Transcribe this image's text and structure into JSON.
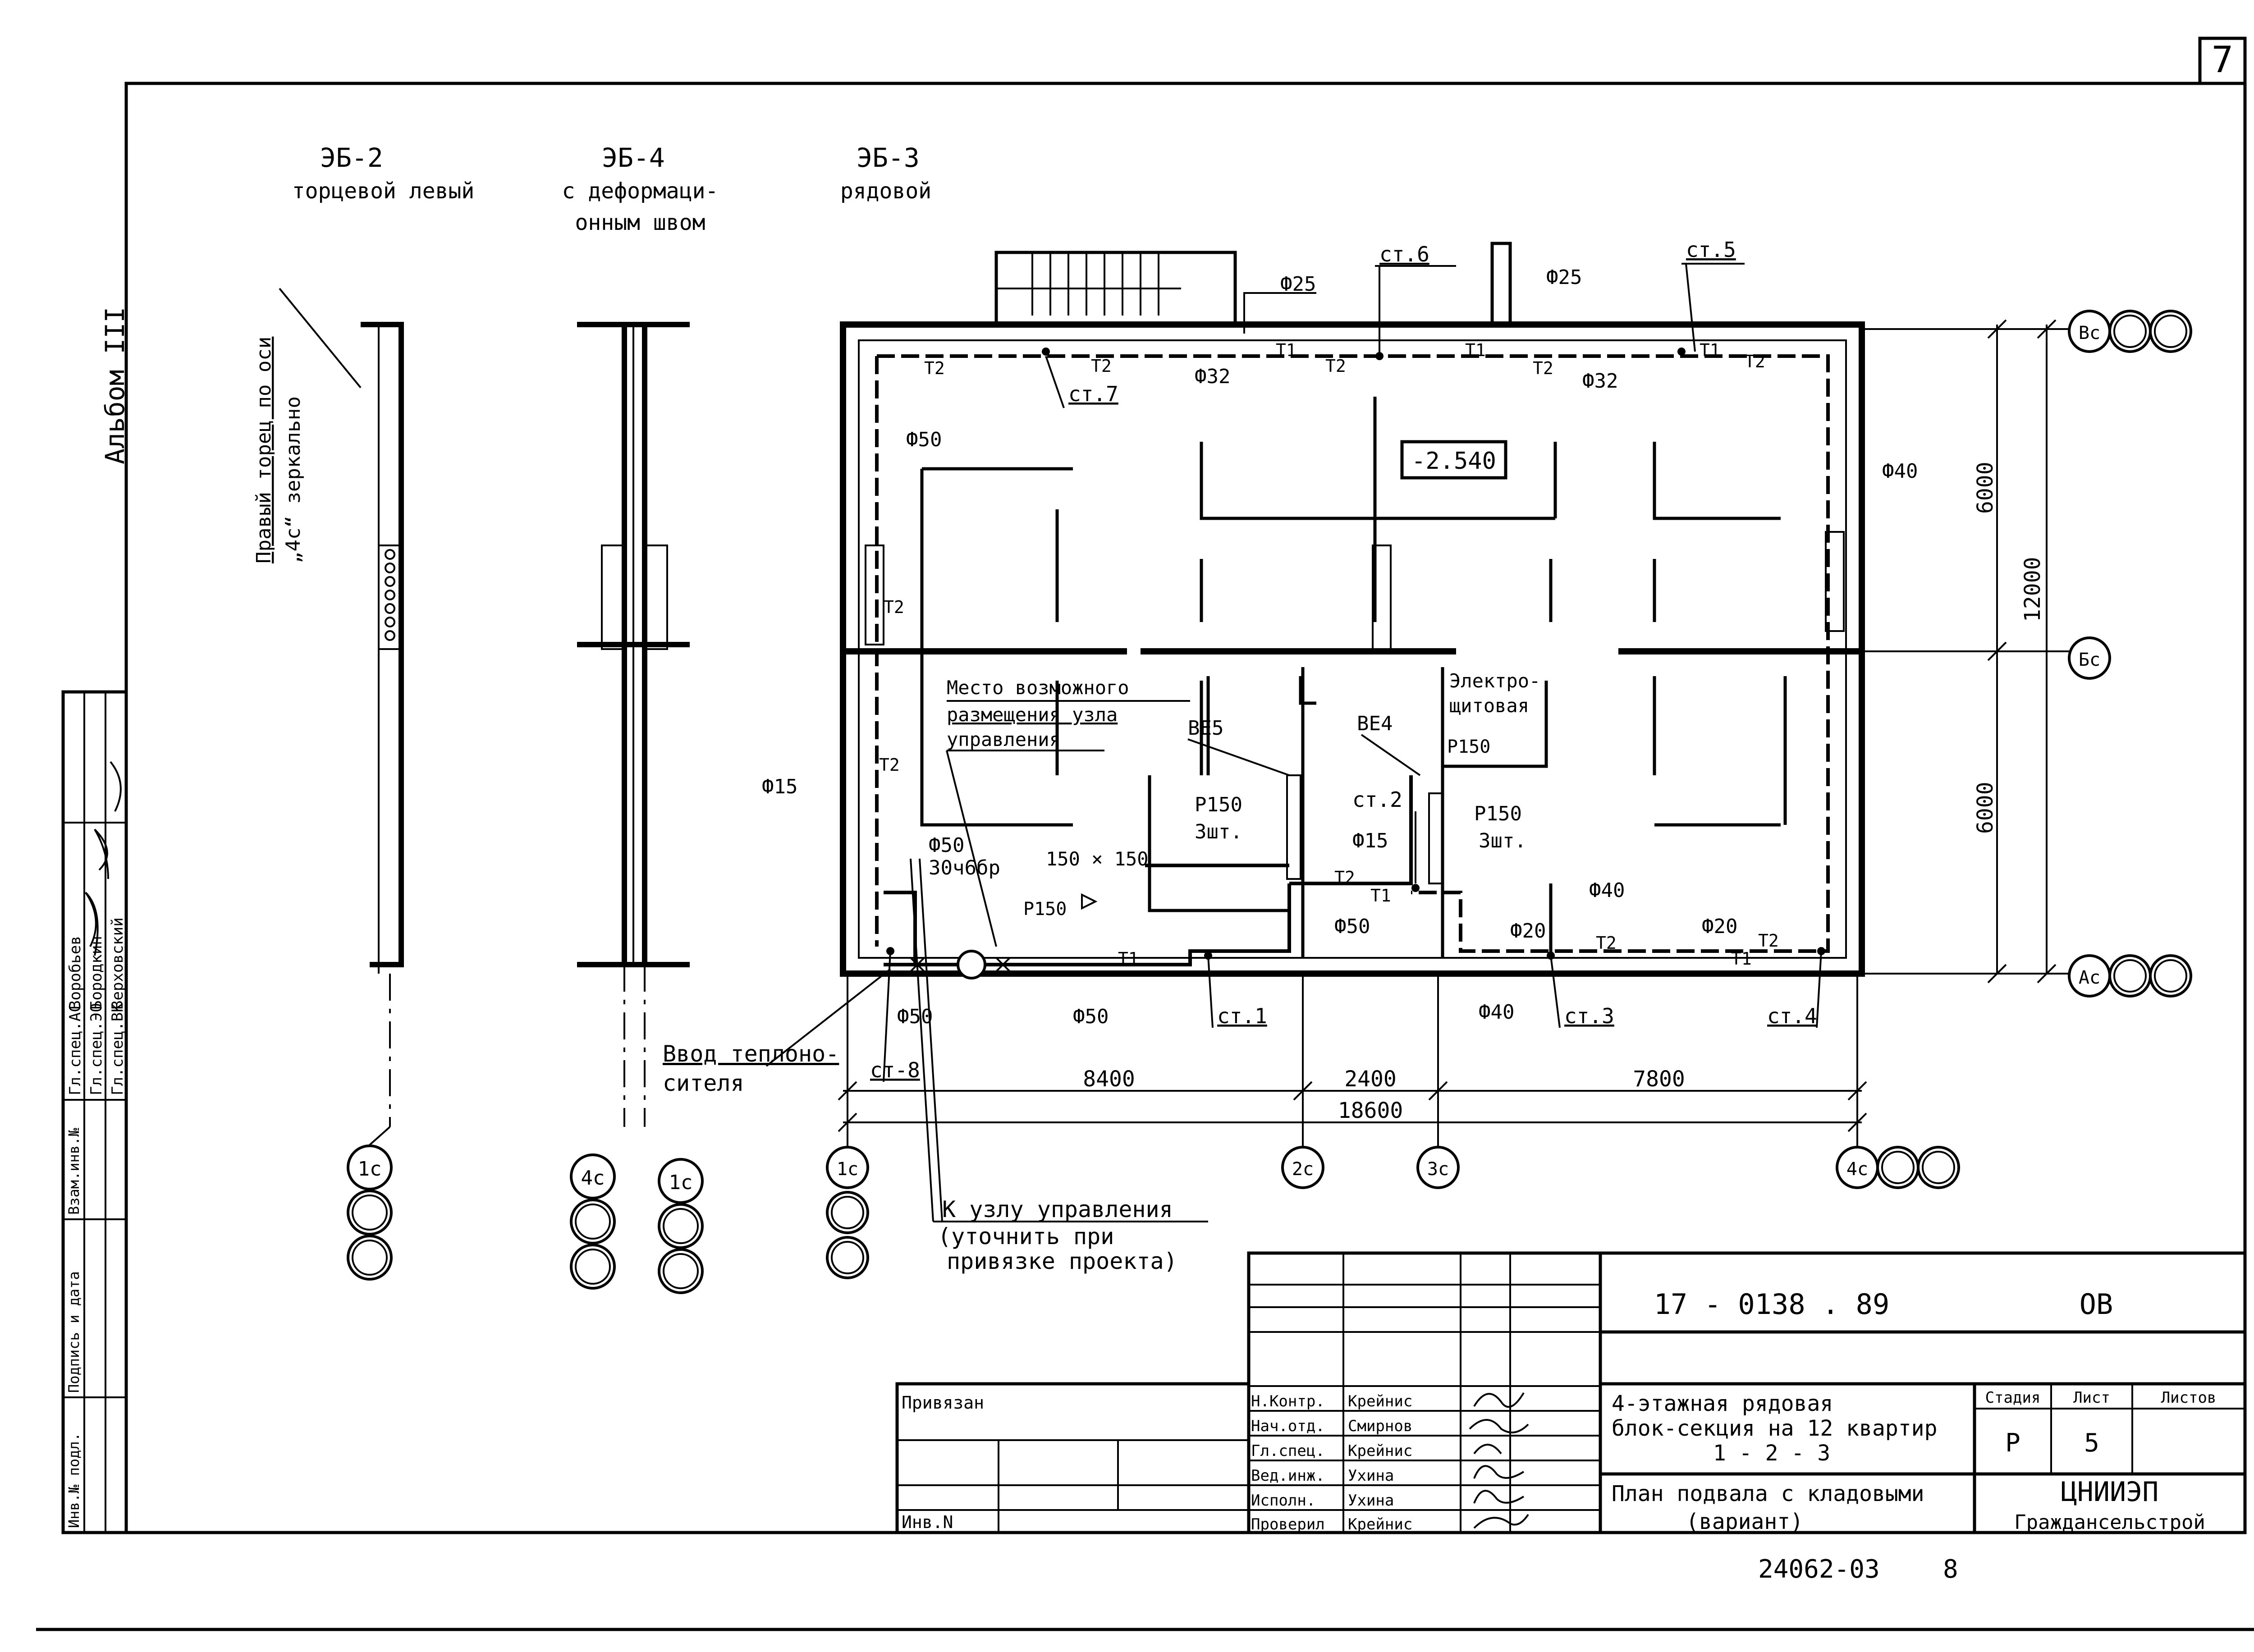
{
  "sheet_number": "7",
  "album_label": "Альбом III",
  "mirror_note": {
    "line1": "Правый торец по оси",
    "line2": "„4с“ зеркально"
  },
  "sections": [
    {
      "code": "ЭБ-2",
      "name": "торцевой левый"
    },
    {
      "code": "ЭБ-4",
      "name": "с деформаци-",
      "name2": "онным швом"
    },
    {
      "code": "ЭБ-3",
      "name": "рядовой"
    }
  ],
  "risers": {
    "st1": "ст.1",
    "st2": "ст.2",
    "st3": "ст.3",
    "st4": "ст.4",
    "st5": "ст.5",
    "st6": "ст.6",
    "st7": "ст.7",
    "st8": "ст-8"
  },
  "pipe_labels": {
    "d25a": "Ф25",
    "d25b": "Ф25",
    "d32a": "Ф32",
    "d32b": "Ф32",
    "d50a": "Ф50",
    "d50b": "Ф50",
    "d50c": "Ф50",
    "d50d": "Ф50",
    "d50e": "Ф50",
    "d40a": "Ф40",
    "d40b": "Ф40",
    "d40c": "Ф40",
    "d20a": "Ф20",
    "d20b": "Ф20",
    "d15a": "Ф15",
    "d15b": "Ф15",
    "t1": "Т1",
    "t2": "Т2"
  },
  "plan": {
    "level": "-2.540",
    "control_place": {
      "line1": "Место возможного",
      "line2": "размещения узла",
      "line3": "управления"
    },
    "ve5": "ВЕ5",
    "ve4": "ВЕ4",
    "p150a": "Р150",
    "p150b": "Р150",
    "p150c": "Р150",
    "p150d": "Р150",
    "count3": "3шт.",
    "electro1": "Электро-",
    "electro2": "щитовая",
    "duct": "150 × 150",
    "valves": "Ф50",
    "valves2": "30ч6бр",
    "inlet1": "Ввод теплоно-",
    "inlet2": "сителя",
    "to_node1": "К узлу управления",
    "to_node2": "(уточнить при",
    "to_node3": "привязке проекта)"
  },
  "dimensions": {
    "d8400": "8400",
    "d2400": "2400",
    "d7800": "7800",
    "d18600": "18600",
    "d6000a": "6000",
    "d6000b": "6000",
    "d12000": "12000"
  },
  "axes": {
    "vc": "Вс",
    "bc": "Бс",
    "ac": "Ас",
    "c1": "1с",
    "c2": "2с",
    "c3": "3с",
    "c4": "4с"
  },
  "approval_table": [
    {
      "role": "Гл.спец.АС",
      "name": "Воробьев"
    },
    {
      "role": "Гл.спец.ЭО",
      "name": "Бородкин"
    },
    {
      "role": "Гл.спец.ВК",
      "name": "Верховский"
    }
  ],
  "left_margin_labels": [
    "Инв.№ подл.",
    "Подпись и дата",
    "Взам.инв.№"
  ],
  "title_block": {
    "doc_code": "17 - 0138 . 89",
    "doc_suffix": "ОВ",
    "tied_label": "Привязан",
    "inv_label": "Инв.N",
    "staff": [
      {
        "role": "Н.Контр.",
        "name": "Крейнис"
      },
      {
        "role": "Нач.отд.",
        "name": "Смирнов"
      },
      {
        "role": "Гл.спец.",
        "name": "Крейнис"
      },
      {
        "role": "Вед.инж.",
        "name": "Ухина"
      },
      {
        "role": "Исполн.",
        "name": "Ухина"
      },
      {
        "role": "Проверил",
        "name": "Крейнис"
      }
    ],
    "project1": "4-этажная рядовая",
    "project2": "блок-секция на 12 квартир",
    "project3": "1 - 2 - 3",
    "sheet_title1": "План подвала с кладовыми",
    "sheet_title2": "(вариант)",
    "stage_header": "Стадия",
    "sheet_header": "Лист",
    "sheets_header": "Листов",
    "stage": "Р",
    "sheet": "5",
    "sheets": "",
    "org1": "ЦНИИЭП",
    "org2": "Граждансельстрой"
  },
  "footer_code": "24062-03",
  "footer_page": "8"
}
